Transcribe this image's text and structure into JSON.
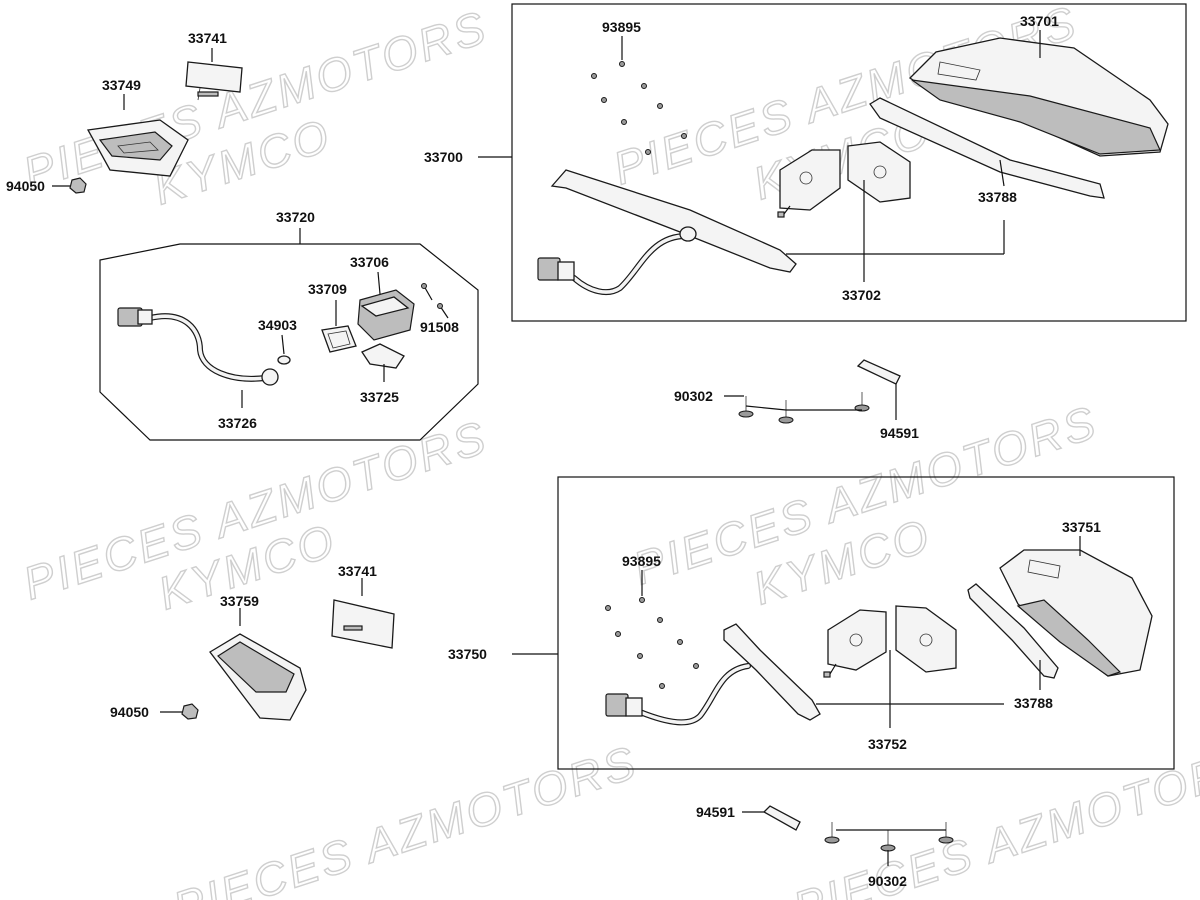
{
  "watermark": {
    "line1": "PIECES AZMOTORS",
    "line2": "KYMCO"
  },
  "labels": {
    "p33741_top": "33741",
    "p33749": "33749",
    "p94050_top": "94050",
    "p33720": "33720",
    "p33706": "33706",
    "p33709": "33709",
    "p34903": "34903",
    "p91508": "91508",
    "p33725": "33725",
    "p33726": "33726",
    "p93895_top": "93895",
    "p33701": "33701",
    "p33700": "33700",
    "p33788_top": "33788",
    "p33702": "33702",
    "p90302_mid": "90302",
    "p94591_mid": "94591",
    "p33741_bot": "33741",
    "p33759": "33759",
    "p94050_bot": "94050",
    "p93895_bot": "93895",
    "p33751": "33751",
    "p33750": "33750",
    "p33788_bot": "33788",
    "p33752": "33752",
    "p94591_bot": "94591",
    "p90302_bot": "90302"
  }
}
